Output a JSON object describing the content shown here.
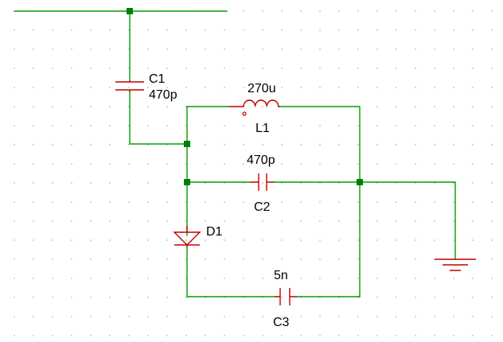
{
  "schematic": {
    "colors": {
      "background": "#ffffff",
      "grid_dots": "#8a8a8a",
      "wire": "#00a000",
      "junction": "#008000",
      "component": "#c00000",
      "text": "#000000"
    },
    "components": {
      "c1": {
        "ref": "C1",
        "value": "470p"
      },
      "l1": {
        "ref": "L1",
        "value": "270u"
      },
      "c2": {
        "ref": "C2",
        "value": "470p"
      },
      "d1": {
        "ref": "D1"
      },
      "c3": {
        "ref": "C3",
        "value": "5n"
      }
    }
  }
}
